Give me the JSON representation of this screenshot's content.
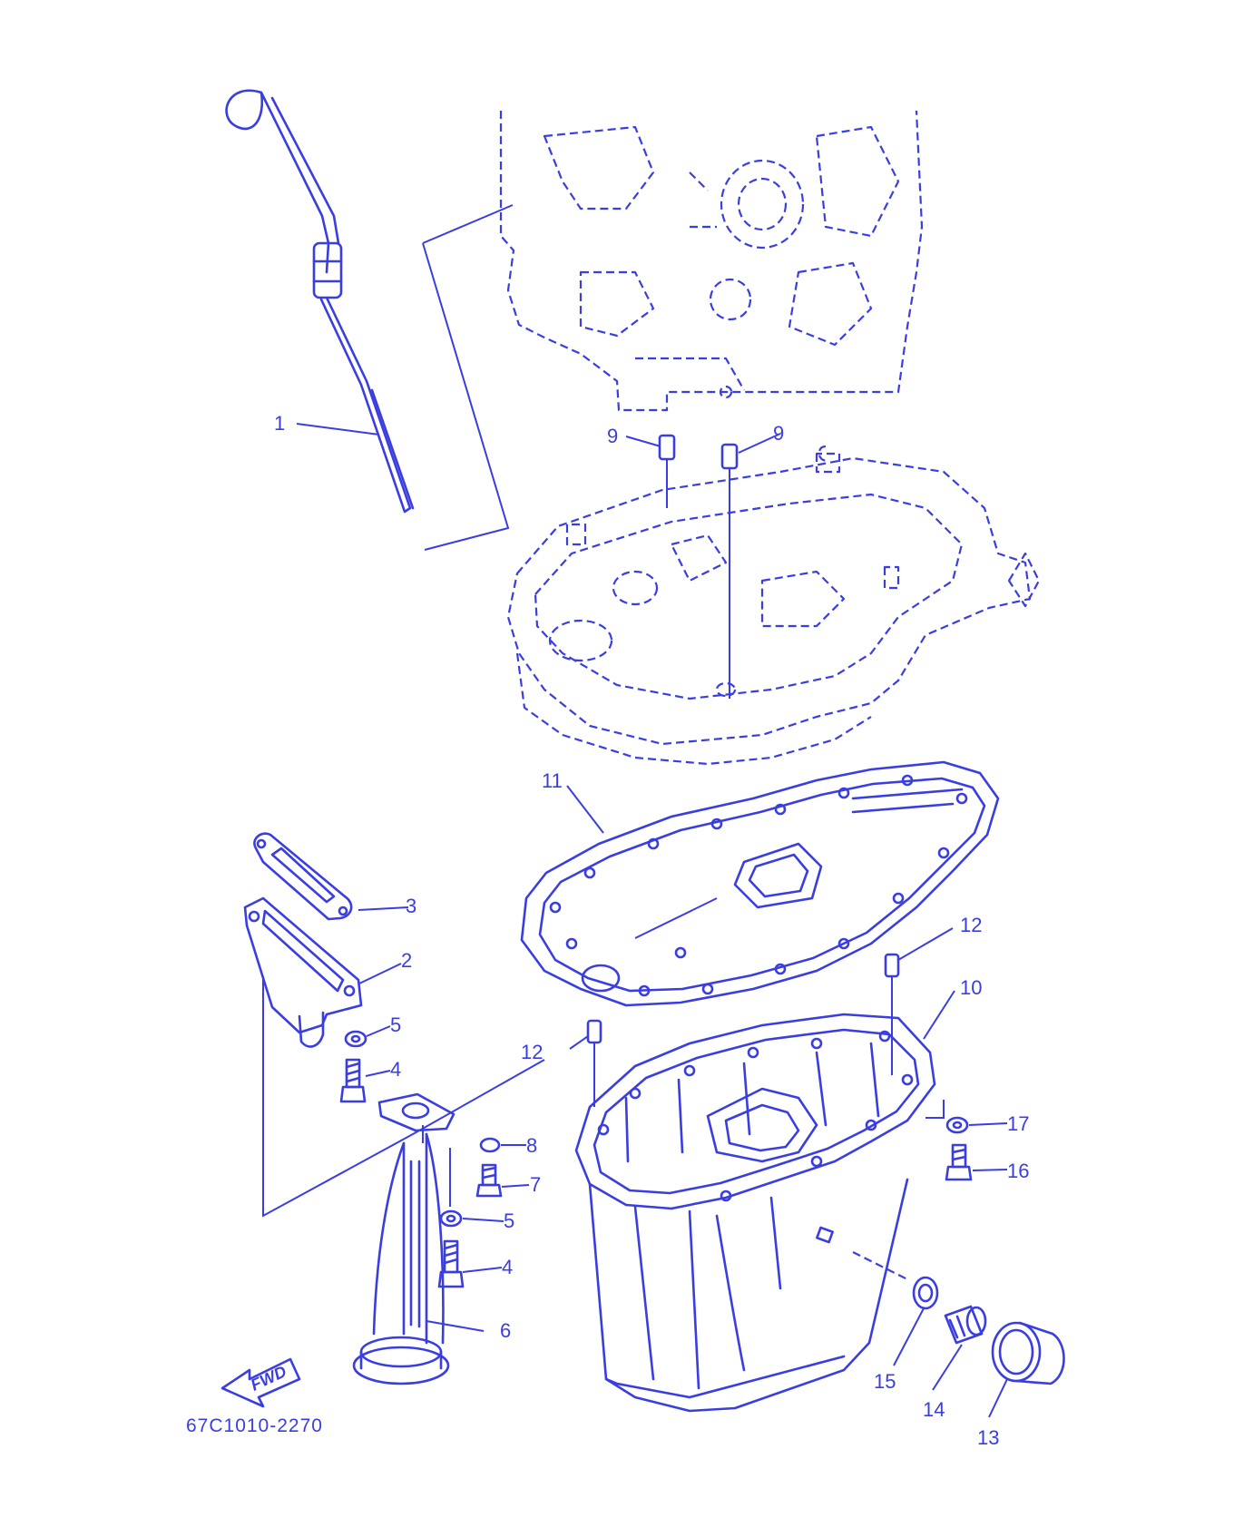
{
  "diagram": {
    "part_code": "67C1010-2270",
    "fwd_label": "FWD",
    "callouts": [
      "1",
      "2",
      "3",
      "4",
      "4",
      "5",
      "5",
      "6",
      "7",
      "8",
      "9",
      "9",
      "10",
      "11",
      "12",
      "12",
      "13",
      "14",
      "15",
      "16",
      "17"
    ]
  },
  "colors": {
    "line": "#3a3ee0",
    "background": "#ffffff"
  }
}
